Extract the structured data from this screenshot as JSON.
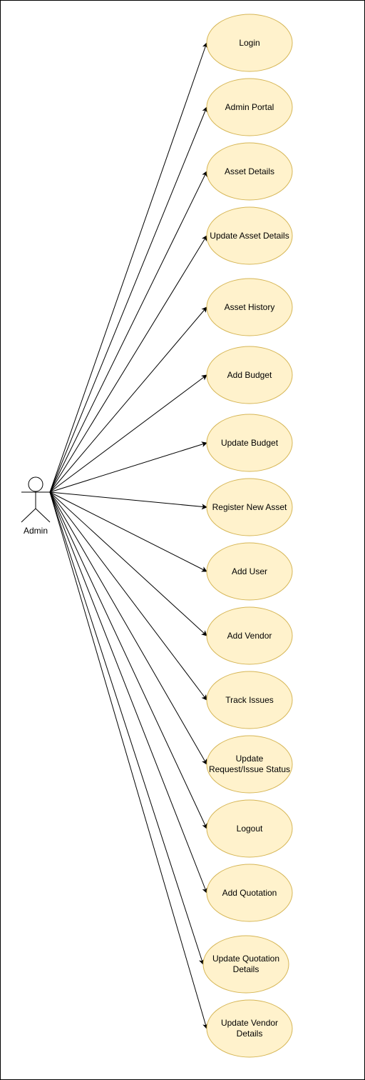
{
  "actor": {
    "name": "Admin"
  },
  "use_cases": [
    {
      "label": "Login"
    },
    {
      "label": "Admin Portal"
    },
    {
      "label": "Asset Details"
    },
    {
      "label": "Update Asset Details"
    },
    {
      "label": "Asset History"
    },
    {
      "label": "Add Budget"
    },
    {
      "label": "Update Budget"
    },
    {
      "label": "Register New Asset"
    },
    {
      "label": "Add User"
    },
    {
      "label": "Add Vendor"
    },
    {
      "label": "Track Issues"
    },
    {
      "label": "Update Request/Issue Status"
    },
    {
      "label": "Logout"
    },
    {
      "label": "Add Quotation"
    },
    {
      "label": "Update Quotation Details"
    },
    {
      "label": "Update Vendor Details"
    }
  ],
  "colors": {
    "usecase_fill": "#fff2cc",
    "usecase_stroke": "#d6b656",
    "line": "#000000"
  }
}
